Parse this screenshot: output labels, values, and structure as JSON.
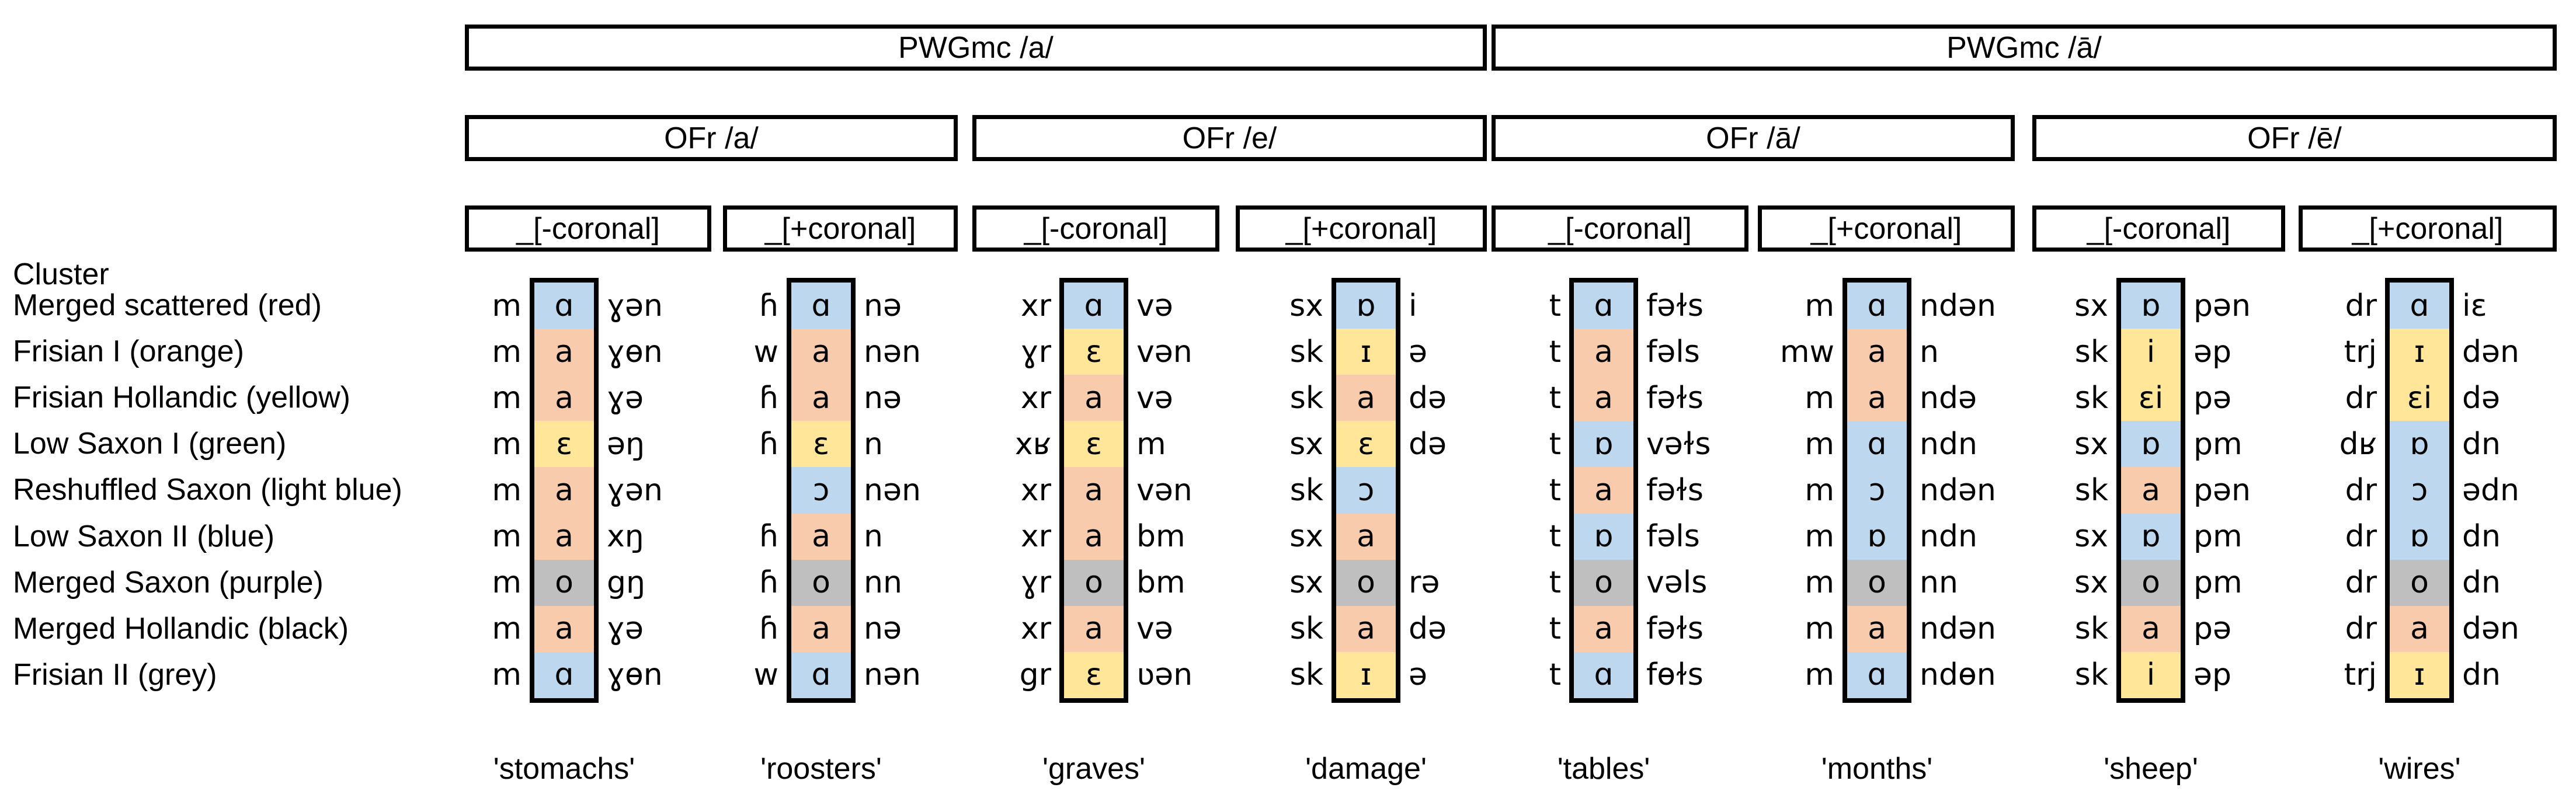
{
  "chart_data": {
    "type": "table",
    "row_header": "Cluster",
    "rows": [
      "Merged scattered (red)",
      "Frisian I (orange)",
      "Frisian Hollandic (yellow)",
      "Low Saxon I (green)",
      "Reshuffled Saxon (light blue)",
      "Low Saxon II (blue)",
      "Merged Saxon (purple)",
      "Merged Hollandic (black)",
      "Frisian II (grey)"
    ],
    "col_groups_top": [
      "PWGmc /a/",
      "PWGmc /ā/"
    ],
    "col_groups_mid": [
      "OFr /a/",
      "OFr /e/",
      "OFr /ā/",
      "OFr /ē/"
    ],
    "cell_colors": {
      "blue": "#BDD7EE",
      "peach": "#F8CBAD",
      "yellow": "#FFE699",
      "grey": "#BFBFBF"
    },
    "columns": [
      {
        "context": "_[-coronal]",
        "gloss": "'stomachs'",
        "cells": [
          {
            "pre": "m",
            "vowel": "ɑ",
            "post": "ɣən",
            "color": "blue"
          },
          {
            "pre": "m",
            "vowel": "a",
            "post": "ɣɵn",
            "color": "peach"
          },
          {
            "pre": "m",
            "vowel": "a",
            "post": "ɣə",
            "color": "peach"
          },
          {
            "pre": "m",
            "vowel": "ɛ",
            "post": "əŋ",
            "color": "yellow"
          },
          {
            "pre": "m",
            "vowel": "a",
            "post": "ɣən",
            "color": "peach"
          },
          {
            "pre": "m",
            "vowel": "a",
            "post": "xŋ",
            "color": "peach"
          },
          {
            "pre": "m",
            "vowel": "o",
            "post": "gŋ",
            "color": "grey"
          },
          {
            "pre": "m",
            "vowel": "a",
            "post": "ɣə",
            "color": "peach"
          },
          {
            "pre": "m",
            "vowel": "ɑ",
            "post": "ɣɵn",
            "color": "blue"
          }
        ]
      },
      {
        "context": "_[+coronal]",
        "gloss": "'roosters'",
        "cells": [
          {
            "pre": "ɦ",
            "vowel": "ɑ",
            "post": "nə",
            "color": "blue"
          },
          {
            "pre": "w",
            "vowel": "a",
            "post": "nən",
            "color": "peach"
          },
          {
            "pre": "ɦ",
            "vowel": "a",
            "post": "nə",
            "color": "peach"
          },
          {
            "pre": "ɦ",
            "vowel": "ɛ",
            "post": "n",
            "color": "yellow"
          },
          {
            "pre": "",
            "vowel": "ɔ",
            "post": "nən",
            "color": "blue"
          },
          {
            "pre": "ɦ",
            "vowel": "a",
            "post": "n",
            "color": "peach"
          },
          {
            "pre": "ɦ",
            "vowel": "o",
            "post": "nn",
            "color": "grey"
          },
          {
            "pre": "ɦ",
            "vowel": "a",
            "post": "nə",
            "color": "peach"
          },
          {
            "pre": "w",
            "vowel": "ɑ",
            "post": "nən",
            "color": "blue"
          }
        ]
      },
      {
        "context": "_[-coronal]",
        "gloss": "'graves'",
        "cells": [
          {
            "pre": "xr",
            "vowel": "ɑ",
            "post": "və",
            "color": "blue"
          },
          {
            "pre": "ɣr",
            "vowel": "ɛ",
            "post": "vən",
            "color": "yellow"
          },
          {
            "pre": "xr",
            "vowel": "a",
            "post": "və",
            "color": "peach"
          },
          {
            "pre": "xʁ",
            "vowel": "ɛ",
            "post": "m",
            "color": "yellow"
          },
          {
            "pre": "xr",
            "vowel": "a",
            "post": "vən",
            "color": "peach"
          },
          {
            "pre": "xr",
            "vowel": "a",
            "post": "bm",
            "color": "peach"
          },
          {
            "pre": "ɣr",
            "vowel": "o",
            "post": "bm",
            "color": "grey"
          },
          {
            "pre": "xr",
            "vowel": "a",
            "post": "və",
            "color": "peach"
          },
          {
            "pre": "gr",
            "vowel": "ɛ",
            "post": "ʋən",
            "color": "yellow"
          }
        ]
      },
      {
        "context": "_[+coronal]",
        "gloss": "'damage'",
        "cells": [
          {
            "pre": "sx",
            "vowel": "ɒ",
            "post": "i",
            "color": "blue"
          },
          {
            "pre": "sk",
            "vowel": "ɪ",
            "post": "ə",
            "color": "yellow"
          },
          {
            "pre": "sk",
            "vowel": "a",
            "post": "də",
            "color": "peach"
          },
          {
            "pre": "sx",
            "vowel": "ɛ",
            "post": "də",
            "color": "yellow"
          },
          {
            "pre": "sk",
            "vowel": "ɔ",
            "post": "",
            "color": "blue"
          },
          {
            "pre": "sx",
            "vowel": "a",
            "post": "",
            "color": "peach"
          },
          {
            "pre": "sx",
            "vowel": "o",
            "post": "rə",
            "color": "grey"
          },
          {
            "pre": "sk",
            "vowel": "a",
            "post": "də",
            "color": "peach"
          },
          {
            "pre": "sk",
            "vowel": "ɪ",
            "post": "ə",
            "color": "yellow"
          }
        ]
      },
      {
        "context": "_[-coronal]",
        "gloss": "'tables'",
        "cells": [
          {
            "pre": "t",
            "vowel": "ɑ",
            "post": "fəɫs",
            "color": "blue"
          },
          {
            "pre": "t",
            "vowel": "a",
            "post": "fəls",
            "color": "peach"
          },
          {
            "pre": "t",
            "vowel": "a",
            "post": "fəɫs",
            "color": "peach"
          },
          {
            "pre": "t",
            "vowel": "ɒ",
            "post": "vəɫs",
            "color": "blue"
          },
          {
            "pre": "t",
            "vowel": "a",
            "post": "fəɫs",
            "color": "peach"
          },
          {
            "pre": "t",
            "vowel": "ɒ",
            "post": "fəls",
            "color": "blue"
          },
          {
            "pre": "t",
            "vowel": "o",
            "post": "vəls",
            "color": "grey"
          },
          {
            "pre": "t",
            "vowel": "a",
            "post": "fəɫs",
            "color": "peach"
          },
          {
            "pre": "t",
            "vowel": "ɑ",
            "post": "fɵɫs",
            "color": "blue"
          }
        ]
      },
      {
        "context": "_[+coronal]",
        "gloss": "'months'",
        "cells": [
          {
            "pre": "m",
            "vowel": "ɑ",
            "post": "ndən",
            "color": "blue"
          },
          {
            "pre": "mw",
            "vowel": "a",
            "post": "n",
            "color": "peach"
          },
          {
            "pre": "m",
            "vowel": "a",
            "post": "ndə",
            "color": "peach"
          },
          {
            "pre": "m",
            "vowel": "ɑ",
            "post": "ndn",
            "color": "blue"
          },
          {
            "pre": "m",
            "vowel": "ɔ",
            "post": "ndən",
            "color": "blue"
          },
          {
            "pre": "m",
            "vowel": "ɒ",
            "post": "ndn",
            "color": "blue"
          },
          {
            "pre": "m",
            "vowel": "o",
            "post": "nn",
            "color": "grey"
          },
          {
            "pre": "m",
            "vowel": "a",
            "post": "ndən",
            "color": "peach"
          },
          {
            "pre": "m",
            "vowel": "ɑ",
            "post": "ndɵn",
            "color": "blue"
          }
        ]
      },
      {
        "context": "_[-coronal]",
        "gloss": "'sheep'",
        "cells": [
          {
            "pre": "sx",
            "vowel": "ɒ",
            "post": "pən",
            "color": "blue"
          },
          {
            "pre": "sk",
            "vowel": "i",
            "post": "əp",
            "color": "yellow"
          },
          {
            "pre": "sk",
            "vowel": "ɛi",
            "post": "pə",
            "color": "yellow"
          },
          {
            "pre": "sx",
            "vowel": "ɒ",
            "post": "pm",
            "color": "blue"
          },
          {
            "pre": "sk",
            "vowel": "a",
            "post": "pən",
            "color": "peach"
          },
          {
            "pre": "sx",
            "vowel": "ɒ",
            "post": "pm",
            "color": "blue"
          },
          {
            "pre": "sx",
            "vowel": "o",
            "post": "pm",
            "color": "grey"
          },
          {
            "pre": "sk",
            "vowel": "a",
            "post": "pə",
            "color": "peach"
          },
          {
            "pre": "sk",
            "vowel": "i",
            "post": "əp",
            "color": "yellow"
          }
        ]
      },
      {
        "context": "_[+coronal]",
        "gloss": "'wires'",
        "cells": [
          {
            "pre": "dr",
            "vowel": "ɑ",
            "post": "iɛ",
            "color": "blue"
          },
          {
            "pre": "trj",
            "vowel": "ɪ",
            "post": "dən",
            "color": "yellow"
          },
          {
            "pre": "dr",
            "vowel": "ɛi",
            "post": "də",
            "color": "yellow"
          },
          {
            "pre": "dʁ",
            "vowel": "ɒ",
            "post": "dn",
            "color": "blue"
          },
          {
            "pre": "dr",
            "vowel": "ɔ",
            "post": "ədn",
            "color": "blue"
          },
          {
            "pre": "dr",
            "vowel": "ɒ",
            "post": "dn",
            "color": "blue"
          },
          {
            "pre": "dr",
            "vowel": "o",
            "post": "dn",
            "color": "grey"
          },
          {
            "pre": "dr",
            "vowel": "a",
            "post": "dən",
            "color": "peach"
          },
          {
            "pre": "trj",
            "vowel": "ɪ",
            "post": "dn",
            "color": "yellow"
          }
        ]
      }
    ]
  }
}
